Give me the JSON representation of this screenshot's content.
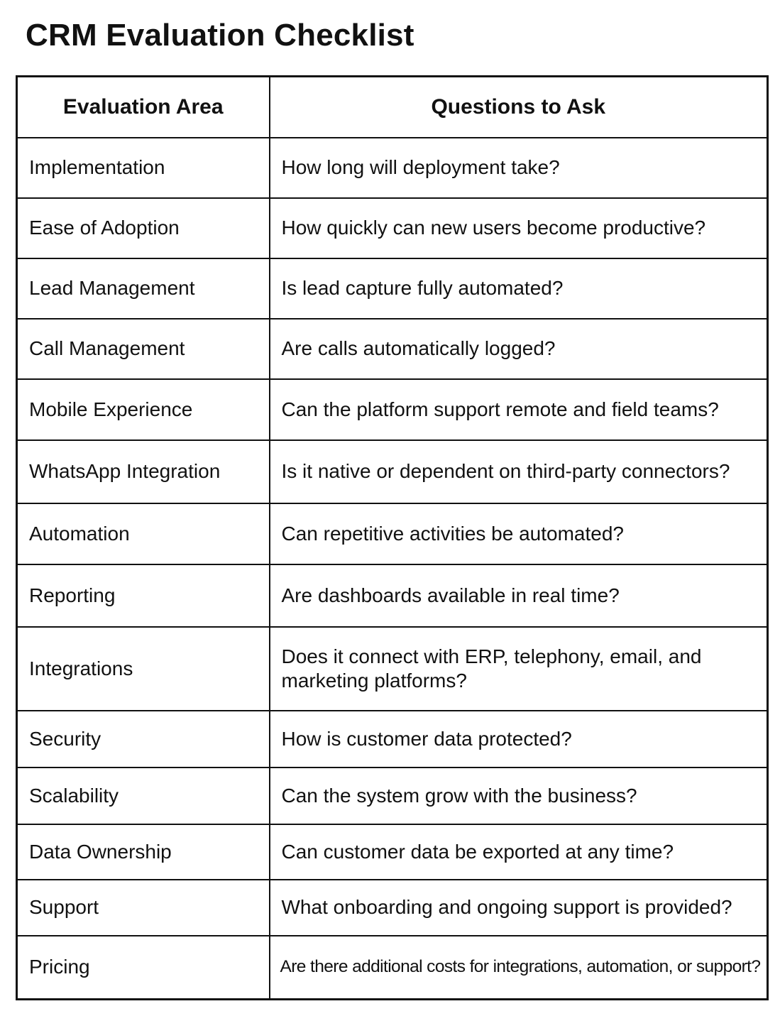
{
  "title": "CRM Evaluation Checklist",
  "table": {
    "headers": [
      "Evaluation Area",
      "Questions to Ask"
    ],
    "rows": [
      {
        "area": "Implementation",
        "question": "How long will deployment take?"
      },
      {
        "area": "Ease of Adoption",
        "question": "How quickly can new users become productive?"
      },
      {
        "area": "Lead Management",
        "question": "Is lead capture fully automated?"
      },
      {
        "area": "Call Management",
        "question": "Are calls automatically logged?"
      },
      {
        "area": "Mobile Experience",
        "question": "Can the platform support remote and field teams?"
      },
      {
        "area": "WhatsApp Integration",
        "question": "Is it native or dependent on third-party connectors?"
      },
      {
        "area": "Automation",
        "question": "Can repetitive activities be automated?"
      },
      {
        "area": "Reporting",
        "question": "Are dashboards available in real time?"
      },
      {
        "area": "Integrations",
        "question": "Does it connect with ERP, telephony, email, and marketing platforms?"
      },
      {
        "area": "Security",
        "question": "How is customer data protected?"
      },
      {
        "area": "Scalability",
        "question": "Can the system grow with the business?"
      },
      {
        "area": "Data Ownership",
        "question": "Can customer data be exported at any time?"
      },
      {
        "area": "Support",
        "question": "What onboarding and ongoing support is provided?"
      },
      {
        "area": "Pricing",
        "question": "Are there additional costs for integrations, automation, or support?"
      }
    ]
  }
}
